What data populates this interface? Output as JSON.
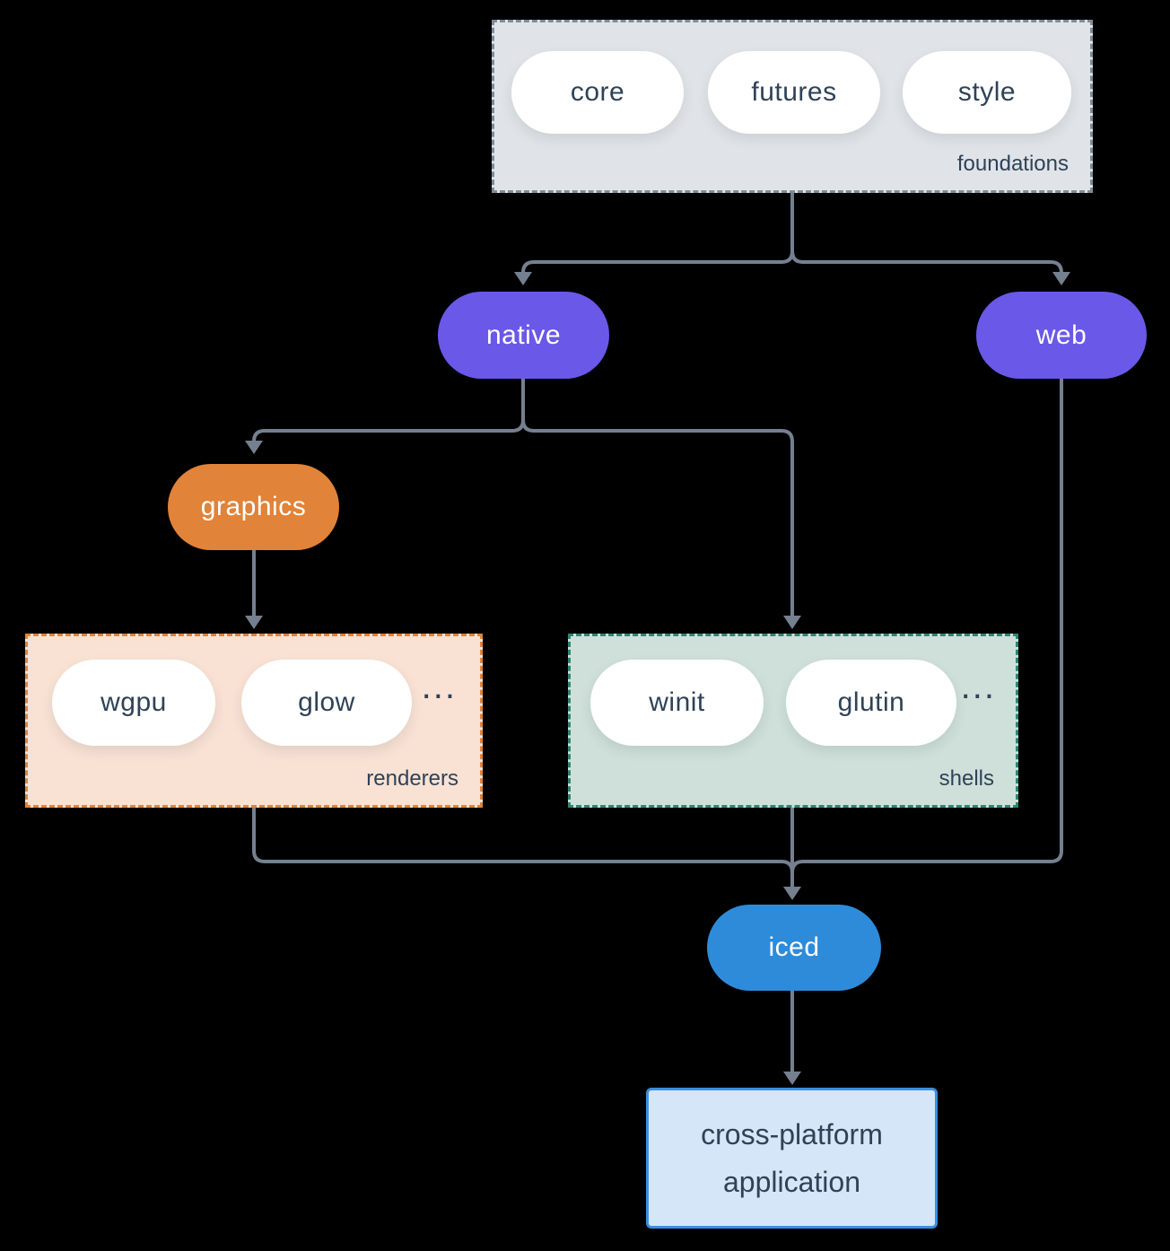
{
  "colors": {
    "background": "#000000",
    "edge": "#74808f",
    "purple": "#6a58e8",
    "orange": "#e18339",
    "blue": "#2d8bda",
    "foundations_fill": "#e0e4e8",
    "foundations_border": "#7e8c99",
    "renderers_fill": "#f9e2d4",
    "renderers_border": "#e18339",
    "shells_fill": "#cfe0da",
    "shells_border": "#2e8573",
    "application_fill": "#d4e6f7",
    "application_border": "#3a8ede",
    "dark_text": "#2f4256",
    "light_text": "#ffffff"
  },
  "groups": {
    "foundations": {
      "label": "foundations",
      "pills": [
        "core",
        "futures",
        "style"
      ]
    },
    "renderers": {
      "label": "renderers",
      "pills": [
        "wgpu",
        "glow"
      ],
      "ellipsis": "..."
    },
    "shells": {
      "label": "shells",
      "pills": [
        "winit",
        "glutin"
      ],
      "ellipsis": "..."
    }
  },
  "nodes": {
    "native": "native",
    "web": "web",
    "graphics": "graphics",
    "iced": "iced",
    "application": "cross-platform application"
  },
  "edges": [
    {
      "from": "foundations",
      "to": "native"
    },
    {
      "from": "foundations",
      "to": "web"
    },
    {
      "from": "native",
      "to": "graphics"
    },
    {
      "from": "native",
      "to": "shells"
    },
    {
      "from": "graphics",
      "to": "renderers"
    },
    {
      "from": "renderers",
      "to": "iced"
    },
    {
      "from": "shells",
      "to": "iced"
    },
    {
      "from": "web",
      "to": "iced"
    },
    {
      "from": "iced",
      "to": "application"
    }
  ]
}
